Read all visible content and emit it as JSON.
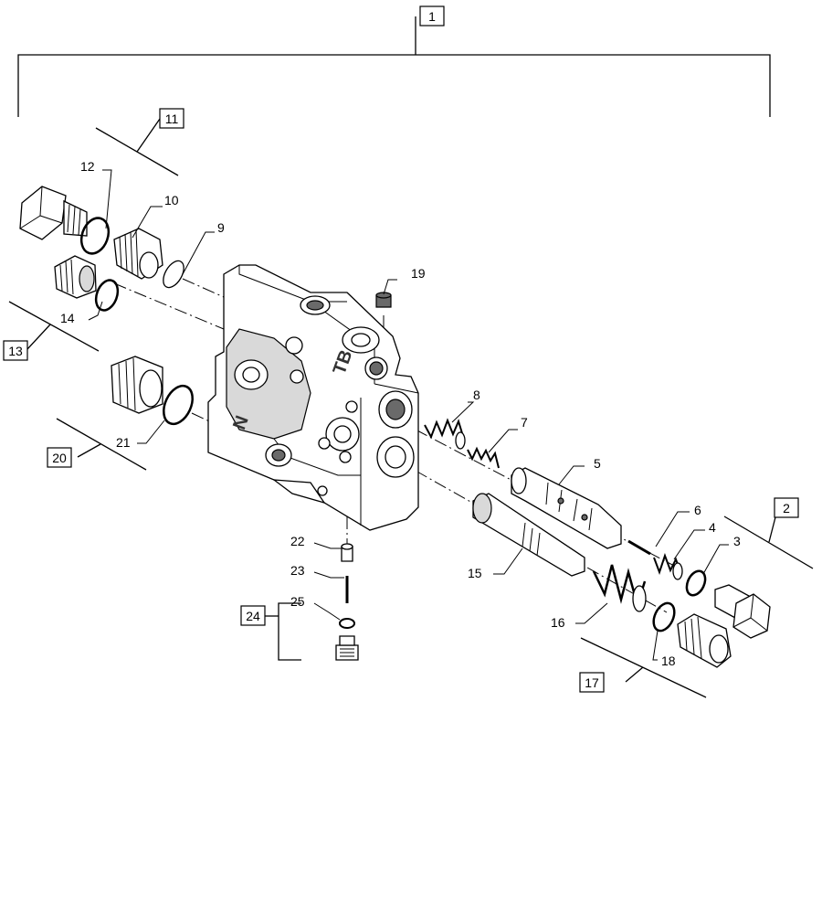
{
  "callouts": [
    {
      "id": "c1",
      "text": "1",
      "boxed": true
    },
    {
      "id": "c2",
      "text": "2",
      "boxed": true
    },
    {
      "id": "c3",
      "text": "3"
    },
    {
      "id": "c4",
      "text": "4"
    },
    {
      "id": "c5",
      "text": "5"
    },
    {
      "id": "c6",
      "text": "6"
    },
    {
      "id": "c7",
      "text": "7"
    },
    {
      "id": "c8",
      "text": "8"
    },
    {
      "id": "c9",
      "text": "9"
    },
    {
      "id": "c10",
      "text": "10"
    },
    {
      "id": "c11",
      "text": "11",
      "boxed": true
    },
    {
      "id": "c12",
      "text": "12"
    },
    {
      "id": "c13",
      "text": "13",
      "boxed": true
    },
    {
      "id": "c14",
      "text": "14"
    },
    {
      "id": "c15",
      "text": "15"
    },
    {
      "id": "c16",
      "text": "16"
    },
    {
      "id": "c17",
      "text": "17",
      "boxed": true
    },
    {
      "id": "c18",
      "text": "18"
    },
    {
      "id": "c19",
      "text": "19"
    },
    {
      "id": "c20",
      "text": "20",
      "boxed": true
    },
    {
      "id": "c21",
      "text": "21"
    },
    {
      "id": "c22",
      "text": "22"
    },
    {
      "id": "c23",
      "text": "23"
    },
    {
      "id": "c24",
      "text": "24",
      "boxed": true
    },
    {
      "id": "c25",
      "text": "25"
    }
  ],
  "body_markings": {
    "mark_tb": "TB",
    "mark_n": "N"
  }
}
